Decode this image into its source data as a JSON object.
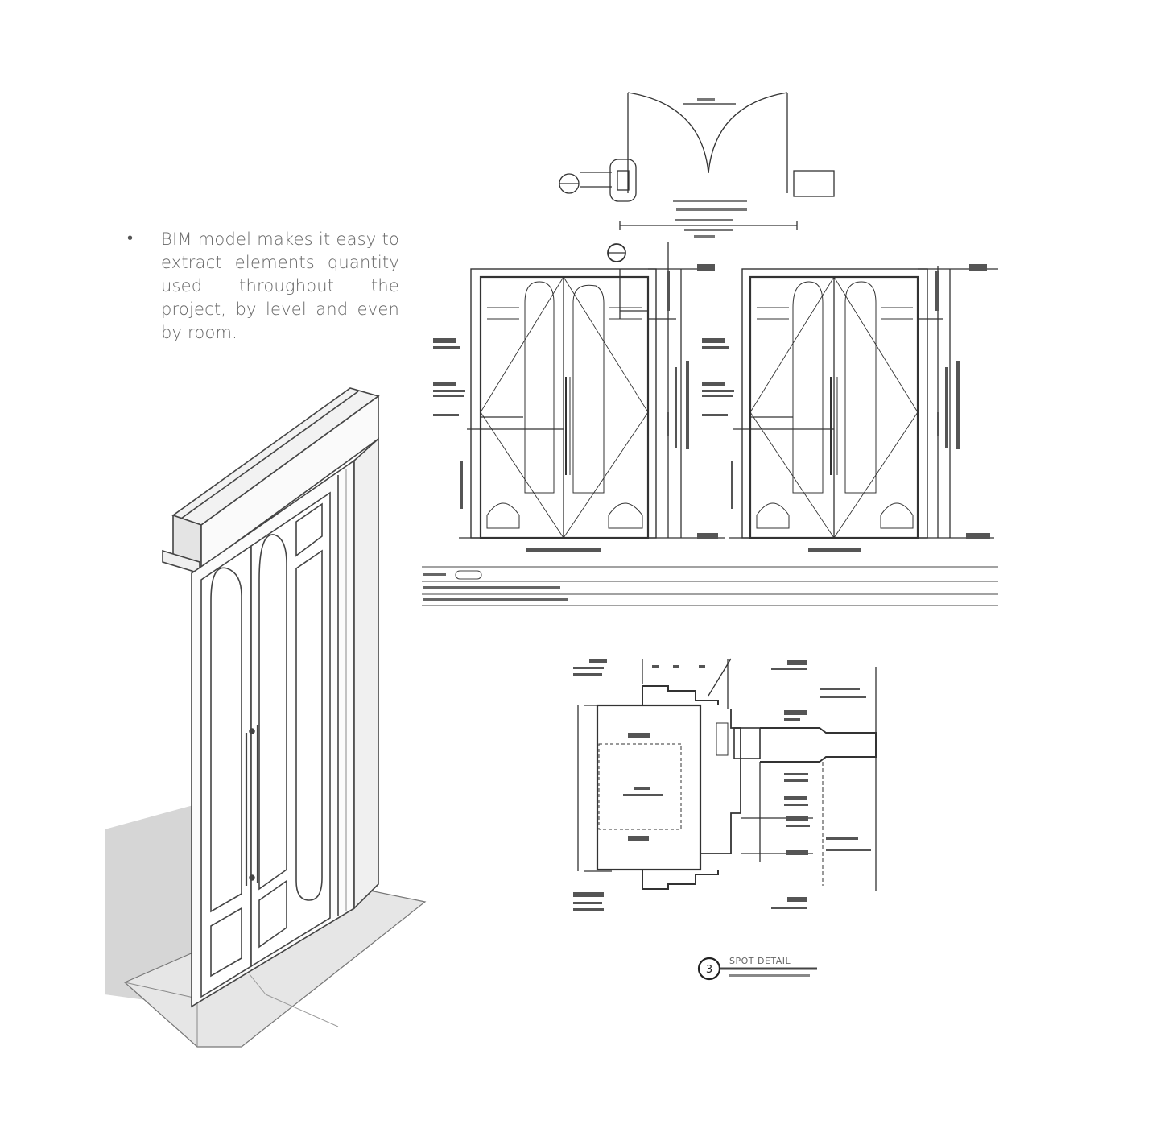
{
  "bullet": {
    "text": "BIM model makes it easy to extract elements quantity used throughout the project, by level and even by room."
  },
  "detail_callout": {
    "number": "3",
    "title": "SPOT DETAIL"
  },
  "colors": {
    "line": "#2b2b2b",
    "light_line": "#8a8a8a",
    "shadow": "#cfcfcf",
    "floor": "#e2e2e2",
    "frame_fill": "#f4f4f4"
  }
}
